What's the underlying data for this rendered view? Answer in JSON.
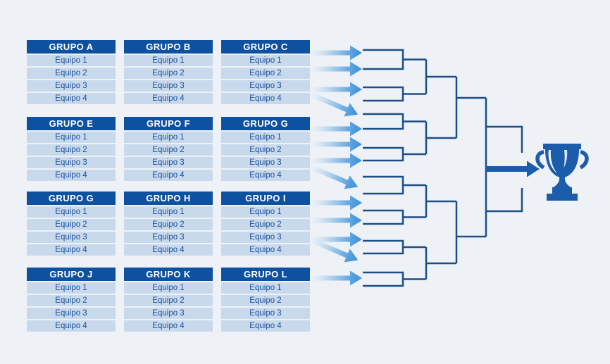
{
  "groups": [
    {
      "title": "GRUPO A",
      "teams": [
        "Equipo 1",
        "Equipo 2",
        "Equipo 3",
        "Equipo 4"
      ]
    },
    {
      "title": "GRUPO B",
      "teams": [
        "Equipo 1",
        "Equipo 2",
        "Equipo 3",
        "Equipo 4"
      ]
    },
    {
      "title": "GRUPO C",
      "teams": [
        "Equipo 1",
        "Equipo 2",
        "Equipo 3",
        "Equipo 4"
      ]
    },
    {
      "title": "GRUPO E",
      "teams": [
        "Equipo 1",
        "Equipo 2",
        "Equipo 3",
        "Equipo 4"
      ]
    },
    {
      "title": "GRUPO F",
      "teams": [
        "Equipo 1",
        "Equipo 2",
        "Equipo 3",
        "Equipo 4"
      ]
    },
    {
      "title": "GRUPO G",
      "teams": [
        "Equipo 1",
        "Equipo 2",
        "Equipo 3",
        "Equipo 4"
      ]
    },
    {
      "title": "GRUPO G",
      "teams": [
        "Equipo 1",
        "Equipo 2",
        "Equipo 3",
        "Equipo 4"
      ]
    },
    {
      "title": "GRUPO H",
      "teams": [
        "Equipo 1",
        "Equipo 2",
        "Equipo 3",
        "Equipo 4"
      ]
    },
    {
      "title": "GRUPO I",
      "teams": [
        "Equipo 1",
        "Equipo 2",
        "Equipo 3",
        "Equipo 4"
      ]
    },
    {
      "title": "GRUPO J",
      "teams": [
        "Equipo 1",
        "Equipo 2",
        "Equipo 3",
        "Equipo 4"
      ]
    },
    {
      "title": "GRUPO K",
      "teams": [
        "Equipo 1",
        "Equipo 2",
        "Equipo 3",
        "Equipo 4"
      ]
    },
    {
      "title": "GRUPO L",
      "teams": [
        "Equipo 1",
        "Equipo 2",
        "Equipo 3",
        "Equipo 4"
      ]
    }
  ],
  "bracket": {
    "entry_slots": 16,
    "rounds": 4,
    "champion_icon": "trophy-icon"
  },
  "colors": {
    "background": "#eef1f5",
    "group_header": "#0f51a1",
    "team_row_fill": "#c8d9ec",
    "team_text": "#1a4f9c",
    "bracket_line": "#1c4f87",
    "arrow_gradient_start": "#eaf2fb",
    "arrow_gradient_end": "#4596db",
    "trophy": "#1b5cab"
  }
}
